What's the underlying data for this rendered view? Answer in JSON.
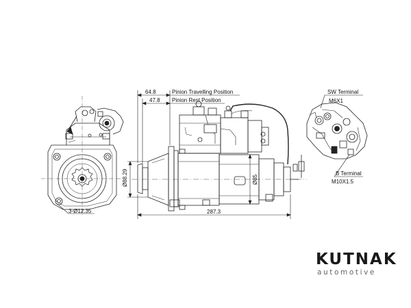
{
  "dimensions": {
    "travel": "64.8",
    "rest": "47.8",
    "diameter_main": "Ø88.29",
    "diameter_body": "Ø85",
    "length": "287.3",
    "holes": "3-Ø12.35"
  },
  "labels": {
    "pinion_travel": "Pinion Travelling Position",
    "pinion_rest": "Pinion Rest Position",
    "sw_terminal": "SW Terminal",
    "sw_thread": "M6X1",
    "b_terminal": "B Terminal",
    "b_thread": "M10X1.5"
  },
  "brand": {
    "name": "KUTNAK",
    "tagline": "automotive"
  }
}
